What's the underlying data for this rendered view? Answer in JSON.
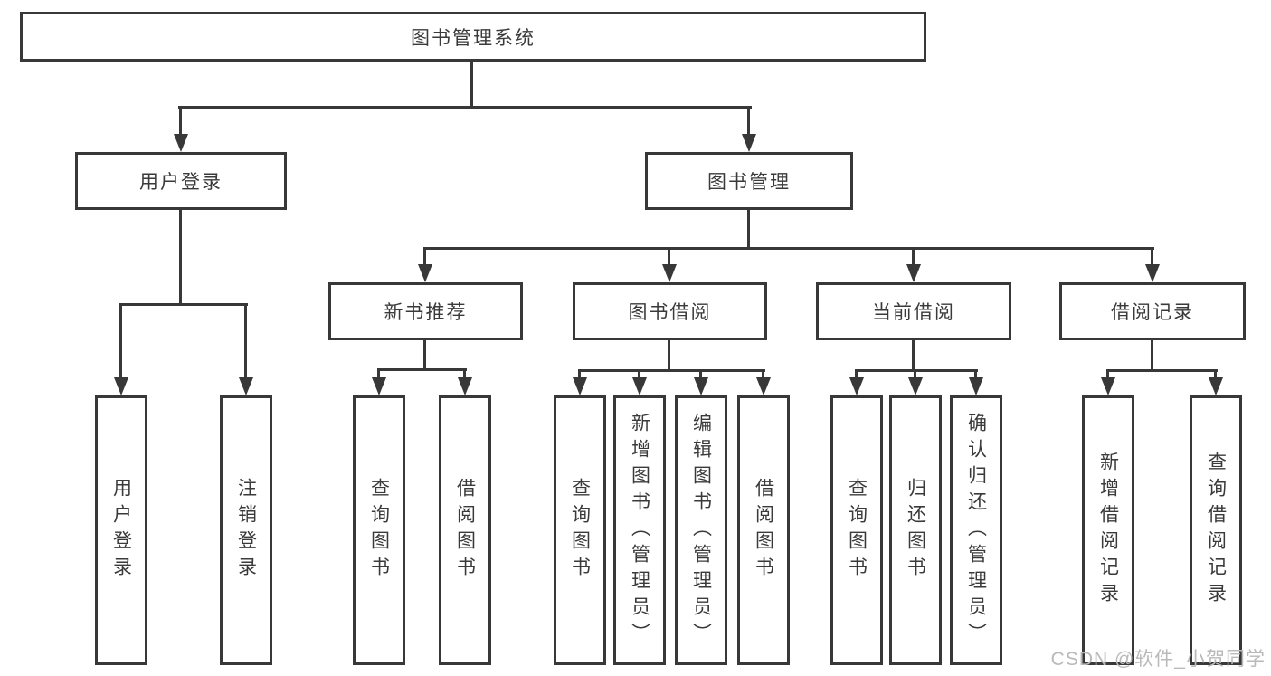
{
  "diagram": {
    "root": {
      "label": "图书管理系统"
    },
    "level2": [
      {
        "id": "user-login",
        "label": "用户登录"
      },
      {
        "id": "book-management",
        "label": "图书管理"
      }
    ],
    "level3": [
      {
        "id": "new-book-recommend",
        "label": "新书推荐"
      },
      {
        "id": "book-borrow",
        "label": "图书借阅"
      },
      {
        "id": "current-borrow",
        "label": "当前借阅"
      },
      {
        "id": "borrow-records",
        "label": "借阅记录"
      }
    ],
    "leaves": [
      {
        "group": "user-login",
        "label": "用户登录"
      },
      {
        "group": "user-login",
        "label": "注销登录"
      },
      {
        "group": "new-book-recommend",
        "label": "查询图书"
      },
      {
        "group": "new-book-recommend",
        "label": "借阅图书"
      },
      {
        "group": "book-borrow",
        "label": "查询图书"
      },
      {
        "group": "book-borrow",
        "label": "新增图书（管理员）"
      },
      {
        "group": "book-borrow",
        "label": "编辑图书（管理员）"
      },
      {
        "group": "book-borrow",
        "label": "借阅图书"
      },
      {
        "group": "current-borrow",
        "label": "查询图书"
      },
      {
        "group": "current-borrow",
        "label": "归还图书"
      },
      {
        "group": "current-borrow",
        "label": "确认归还（管理员）"
      },
      {
        "group": "borrow-records",
        "label": "新增借阅记录"
      },
      {
        "group": "borrow-records",
        "label": "查询借阅记录"
      }
    ],
    "watermark": "CSDN @软件_小贺同学",
    "colors": {
      "line": "#383838",
      "text": "#3a3a3a",
      "watermark": "#b9b9b9",
      "background": "#ffffff"
    }
  }
}
